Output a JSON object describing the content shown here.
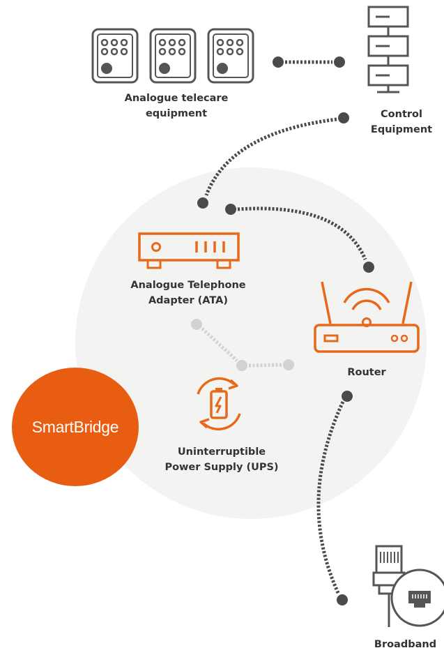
{
  "nodes": {
    "telecare": {
      "line1": "Analogue telecare",
      "line2": "equipment"
    },
    "control": {
      "line1": "Control",
      "line2": "Equipment"
    },
    "ata": {
      "line1": "Analogue Telephone",
      "line2": "Adapter (ATA)"
    },
    "router": {
      "label": "Router"
    },
    "ups": {
      "line1": "Uninterruptible",
      "line2": "Power Supply (UPS)"
    },
    "broadband": {
      "label": "Broadband"
    }
  },
  "brand": {
    "name": "SmartBridge"
  },
  "colors": {
    "accent": "#e8681a",
    "brand_fill": "#e85d12",
    "icon_gray": "#555555",
    "connector_dark": "#4a4a4a",
    "connector_light": "#d2d2d2",
    "backdrop": "#f3f4f2"
  }
}
